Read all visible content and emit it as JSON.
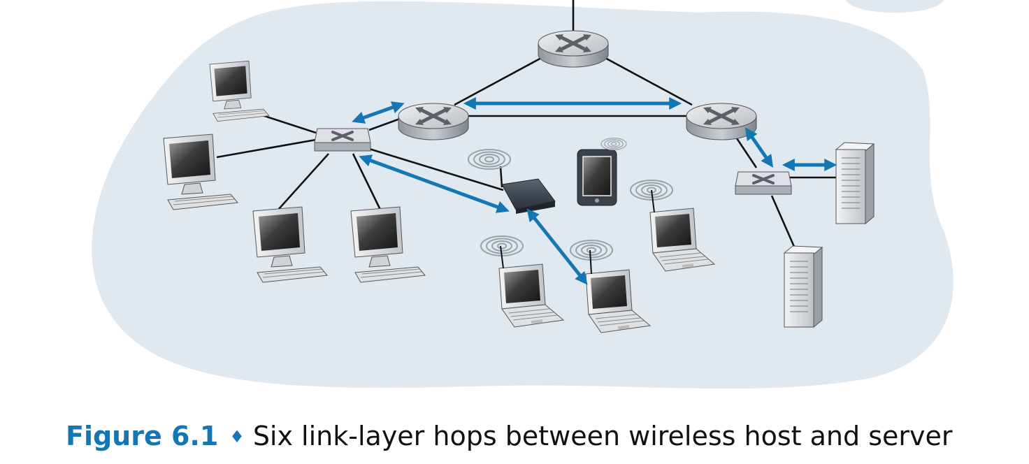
{
  "caption": {
    "label": "Figure 6.1",
    "separator": "♦",
    "text": "Six link-layer hops between wireless host and server"
  },
  "colors": {
    "cloud": "#e1e9f0",
    "hop_arrow": "#1477b3",
    "link": "#111111",
    "device_body": "#c9ced4",
    "screen": "#4a4a4a",
    "caption_accent": "#1477b3"
  },
  "devices": {
    "routers": [
      "router-top",
      "router-left",
      "router-right"
    ],
    "switches": [
      "switch-left",
      "switch-right"
    ],
    "access_point": "wireless-access-point",
    "tablet": "tablet",
    "desktops": [
      "desktop-1",
      "desktop-2",
      "desktop-3",
      "desktop-4"
    ],
    "laptops": [
      "laptop-1",
      "laptop-2",
      "laptop-3"
    ],
    "servers": [
      "server-1",
      "server-2"
    ]
  },
  "hops": 6
}
